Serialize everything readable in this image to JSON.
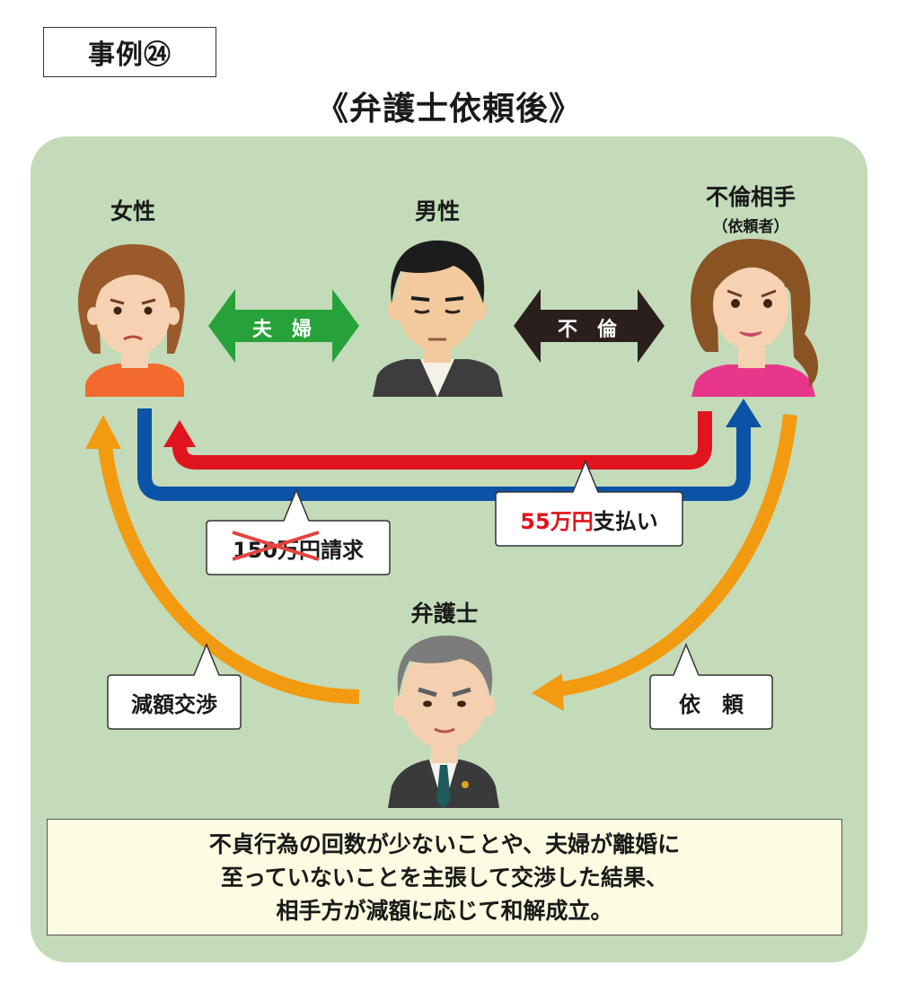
{
  "case_label": "事例㉔",
  "heading": "《弁護士依頼後》",
  "people": {
    "woman": "女性",
    "man": "男性",
    "affair_partner": "不倫相手",
    "affair_partner_note": "（依頼者）",
    "lawyer": "弁護士"
  },
  "relations": {
    "married": "夫婦",
    "affair": "不倫"
  },
  "callouts": {
    "claim_struck": "150万円",
    "claim_suffix": "請求",
    "payment_amount": "55万円",
    "payment_suffix": "支払い",
    "negotiation": "減額交渉",
    "request": "依　頼"
  },
  "summary": [
    "不貞行為の回数が少ないことや、夫婦が離婚に",
    "至っていないことを主張して交渉した結果、",
    "相手方が減額に応じて和解成立。"
  ],
  "colors": {
    "panel": "#c3dbb9",
    "married_arrow": "#27a23a",
    "affair_arrow": "#2b1f1e",
    "payment_line": "#e0141d",
    "claim_line": "#0b53a6",
    "lawyer_arrows": "#f29b11"
  }
}
